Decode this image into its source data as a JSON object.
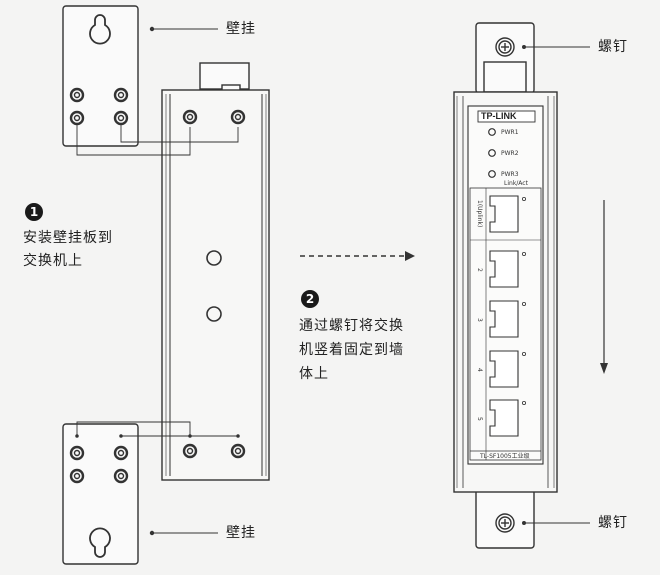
{
  "labels": {
    "bracket_top": "壁挂",
    "bracket_bottom": "壁挂",
    "screw_top": "螺钉",
    "screw_bottom": "螺钉"
  },
  "steps": [
    {
      "number": "1",
      "text_line1": "安装壁挂板到",
      "text_line2": "交换机上"
    },
    {
      "number": "2",
      "text_line1": "通过螺钉将交换",
      "text_line2": "机竖着固定到墙",
      "text_line3": "体上"
    }
  ],
  "device": {
    "brand": "TP-LINK",
    "leds": [
      "PWR1",
      "PWR2",
      "PWR3"
    ],
    "link_act": "Link/Act",
    "ports": [
      "1(Uplink)",
      "2",
      "3",
      "4",
      "5"
    ],
    "model": "TL-SF1005工业级"
  },
  "colors": {
    "line": "#333333",
    "background": "#f4f4f3",
    "badge": "#1a1a1a"
  }
}
